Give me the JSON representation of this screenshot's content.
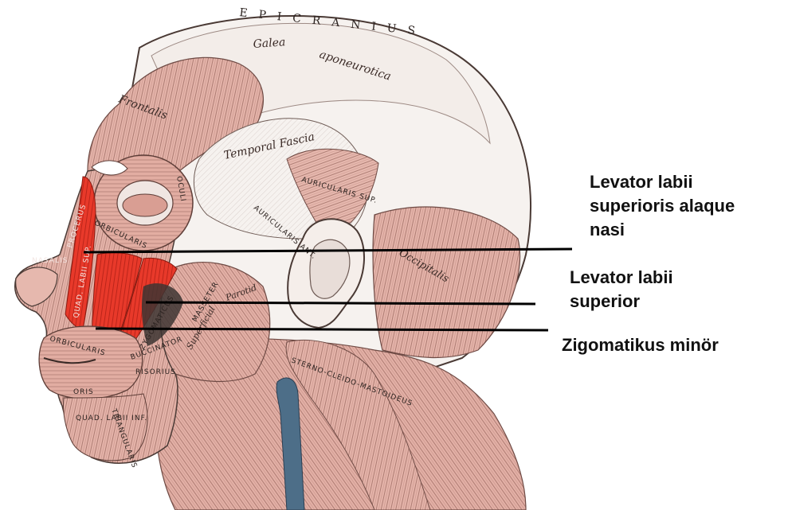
{
  "figure": {
    "engraved_labels": {
      "epicranius": "EPICRANIUS",
      "galea": "Galea",
      "aponeurotica": "aponeurotica",
      "frontalis": "Frontalis",
      "temporal_fascia": "Temporal Fascia",
      "auricularis_sup": "AURICULARIS SUP.",
      "auricularis_ant": "AURICULARIS ANT.",
      "occipitalis": "Occipitalis",
      "procerus": "PROCERUS",
      "nasalis": "NASALIS",
      "orbicularis_oculi_1": "ORBICULARIS",
      "orbicularis_oculi_2": "OCULI",
      "quad_labii_sup": "QUAD. LABII SUP.",
      "zygomaticus": "ZYGOMATICUS",
      "masseter": "MASSETER",
      "parotid": "Parotid",
      "superficial": "Superficial",
      "buccinator": "BUCCINATOR",
      "risorius": "RISORIUS",
      "orbicularis_oris_1": "ORBICULARIS",
      "orbicularis_oris_2": "ORIS",
      "quad_labii_inf": "QUAD. LABII INF.",
      "triangularis": "TRIANGULARIS",
      "sternocleidomastoideus": "STERNO-CLEIDO-MASTOIDEUS"
    },
    "colors": {
      "highlight_muscle": "#e8392a",
      "muscle_base": "#e4b3a9",
      "muscle_fiber": "#8f5c55",
      "skull": "#f6f2ef",
      "callout_line": "#000000",
      "callout_text": "#111111"
    }
  },
  "callouts": [
    {
      "id": "levator-labii-superioris-alaeque-nasi",
      "lines": [
        "Levator labii",
        "superioris alaque",
        "nasi"
      ]
    },
    {
      "id": "levator-labii-superior",
      "lines": [
        "Levator labii",
        "superior"
      ]
    },
    {
      "id": "zigomatikus-minor",
      "lines": [
        "Zigomatikus minör"
      ]
    }
  ]
}
